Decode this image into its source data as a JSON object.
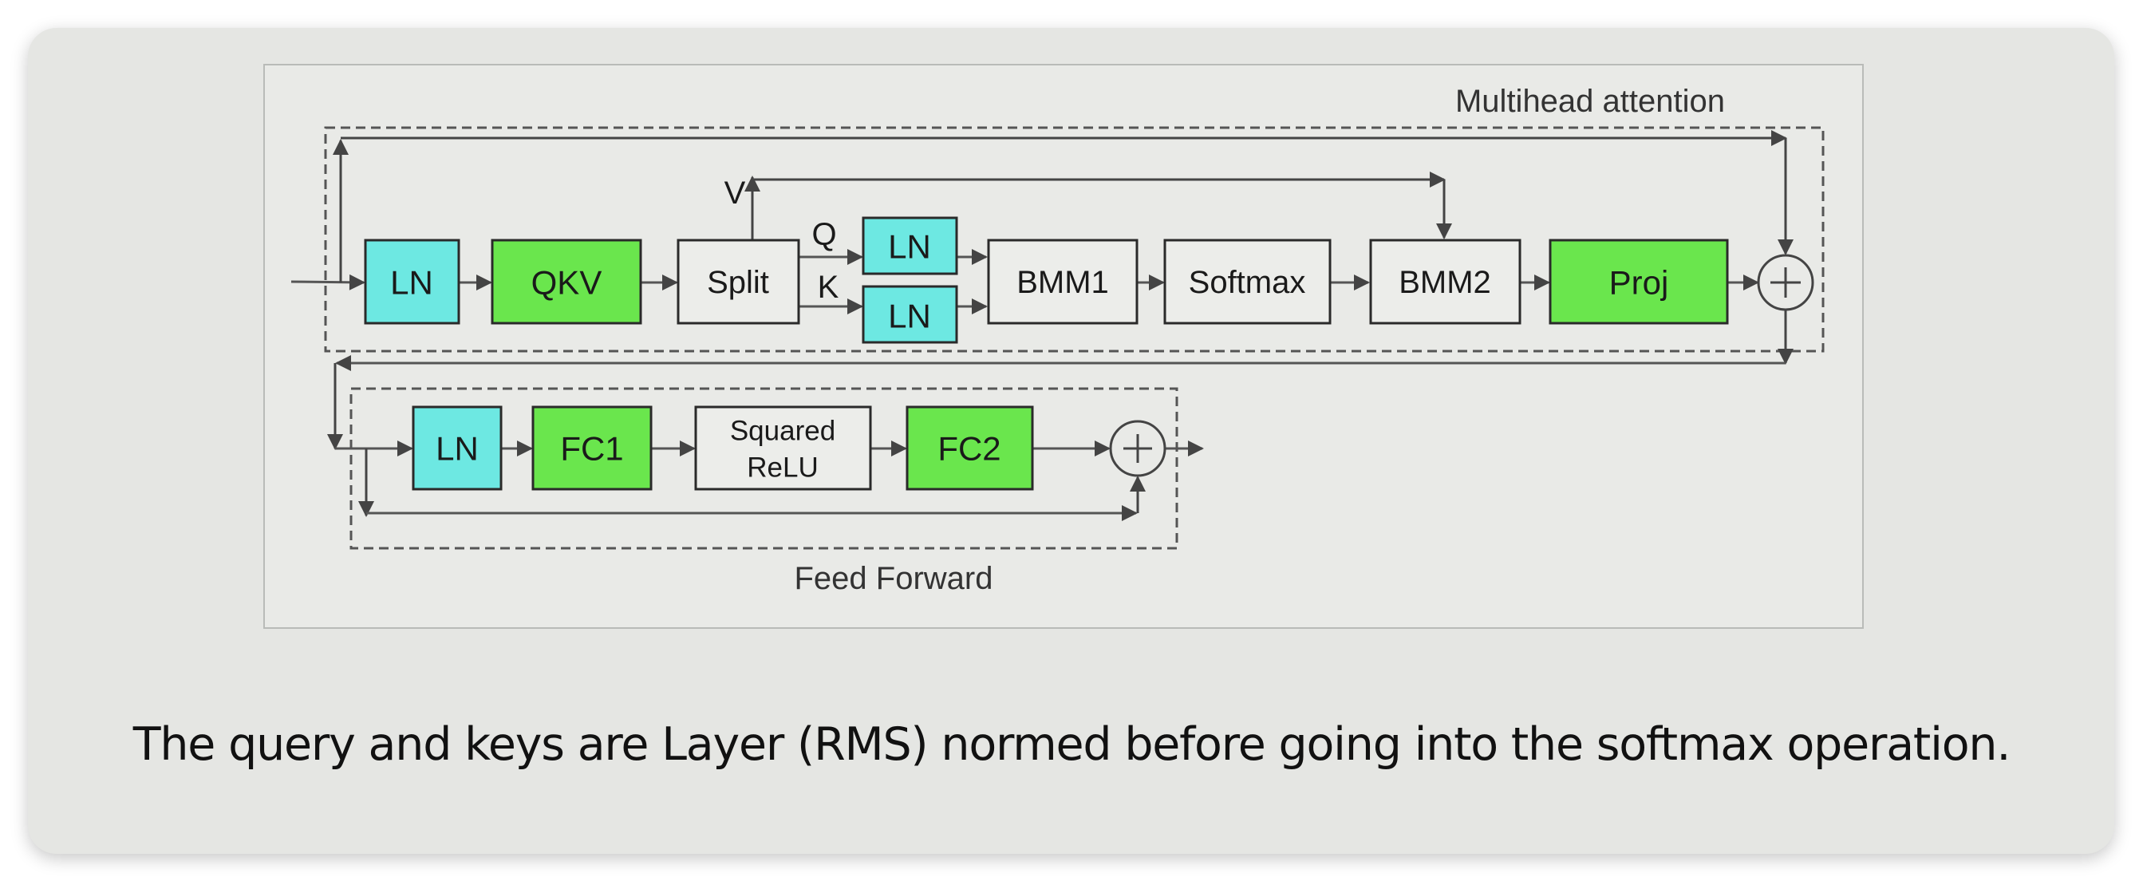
{
  "diagram": {
    "regions": {
      "attention_label": "Multihead attention",
      "feed_forward_label": "Feed Forward"
    },
    "attention_blocks": {
      "ln": "LN",
      "qkv": "QKV",
      "split": "Split",
      "ln_q": "LN",
      "ln_k": "LN",
      "bmm1": "BMM1",
      "softmax": "Softmax",
      "bmm2": "BMM2",
      "proj": "Proj"
    },
    "split_outputs": {
      "v": "V",
      "q": "Q",
      "k": "K"
    },
    "feed_forward_blocks": {
      "ln": "LN",
      "fc1": "FC1",
      "act_line1": "Squared",
      "act_line2": "ReLU",
      "fc2": "FC2"
    },
    "colors": {
      "norm_block": "#6de8e2",
      "linear_block": "#6ae64d",
      "plain_block": "#ecedea",
      "line": "#444444"
    }
  },
  "caption": "The query and keys are Layer (RMS) normed before going into the softmax operation."
}
